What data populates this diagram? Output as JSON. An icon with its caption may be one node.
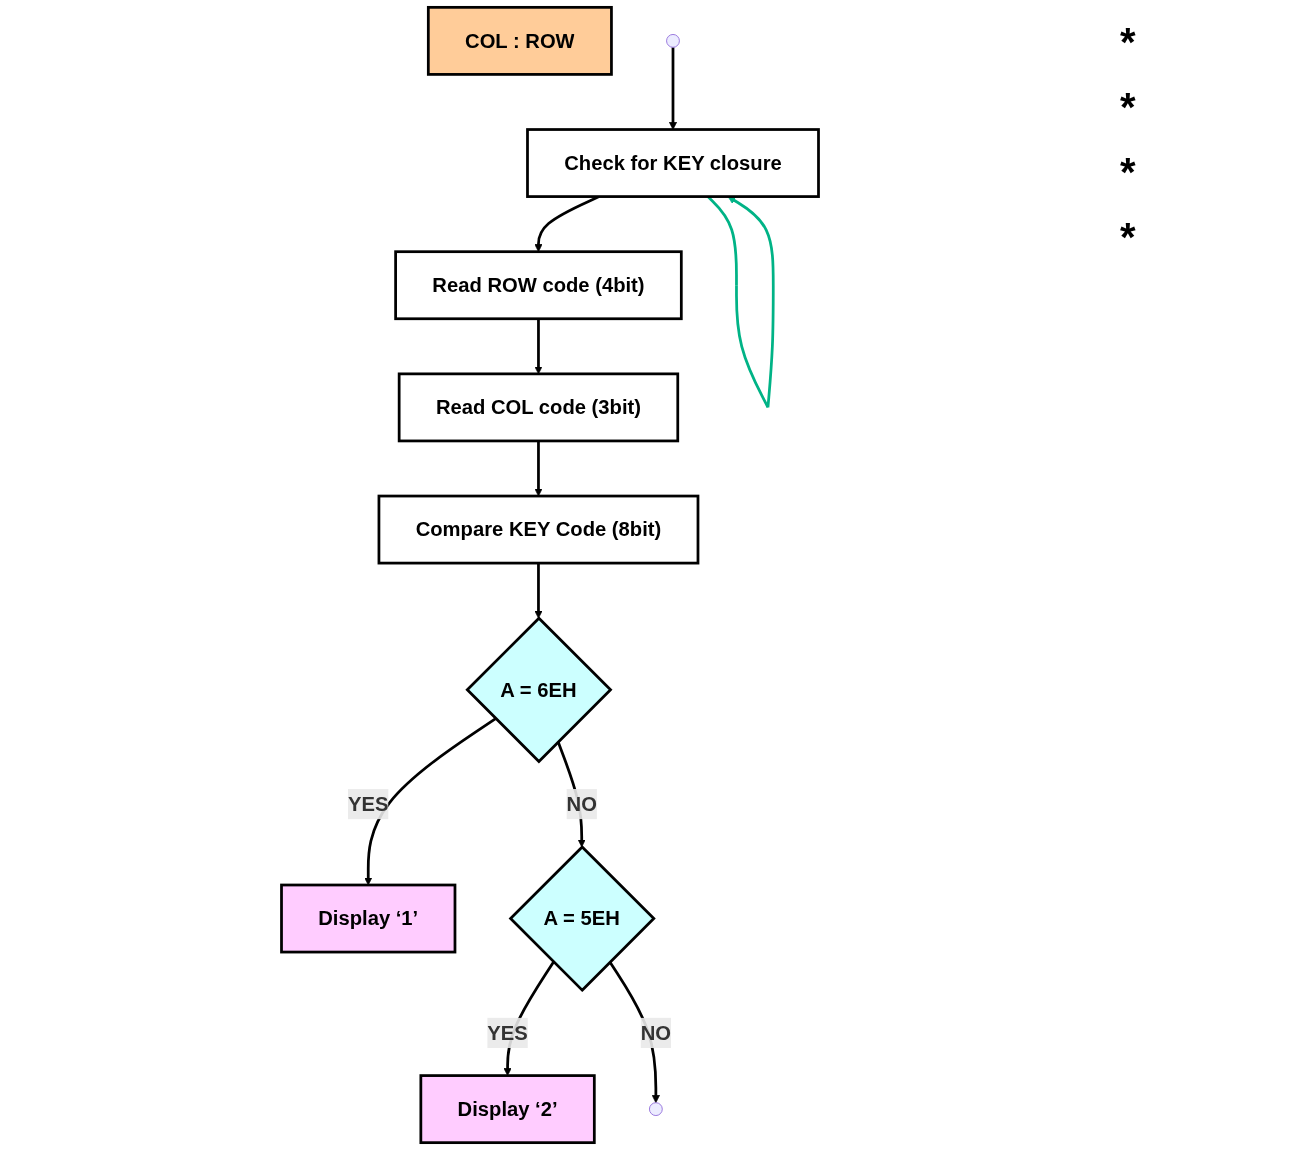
{
  "diagram": {
    "nodes": [
      {
        "text": [
          "Check for KEY closure"
        ]
      },
      {
        "text": [
          "Read ROW code (4bit)"
        ]
      },
      {
        "text": [
          "Read COL code (3bit)"
        ]
      },
      {
        "text": [
          "Compare KEY Code (8bit)"
        ]
      },
      {
        "text": [
          "A = 6EH"
        ]
      },
      {
        "text": [
          "Display ‘1’"
        ]
      },
      {
        "text": [
          "A = 5EH"
        ]
      },
      {
        "text": [
          "Display ‘2’"
        ]
      },
      {
        "text": [
          "COL : ROW"
        ]
      }
    ],
    "edges": [
      {
        "from": 0,
        "to": 0,
        "arrow": "to",
        "color": "#00b386"
      },
      {
        "from": 0,
        "to": 1,
        "arrow": "to"
      },
      {
        "from": 1,
        "to": 2,
        "arrow": "to"
      },
      {
        "from": 2,
        "to": 3,
        "arrow": "to"
      },
      {
        "from": 3,
        "to": 4,
        "arrow": "to"
      },
      {
        "from": 4,
        "to": 5,
        "arrow": "to",
        "label": "YES"
      },
      {
        "from": 4,
        "to": 6,
        "arrow": "to",
        "label": "NO"
      },
      {
        "from": 6,
        "to": 7,
        "arrow": "to",
        "label": "YES"
      },
      {
        "from": 6,
        "to": null,
        "arrow": "to",
        "label": "NO"
      },
      {
        "from": null,
        "to": 0,
        "arrow": "to"
      }
    ],
    "labels": [
      "*",
      "*",
      "*",
      "*"
    ]
  }
}
